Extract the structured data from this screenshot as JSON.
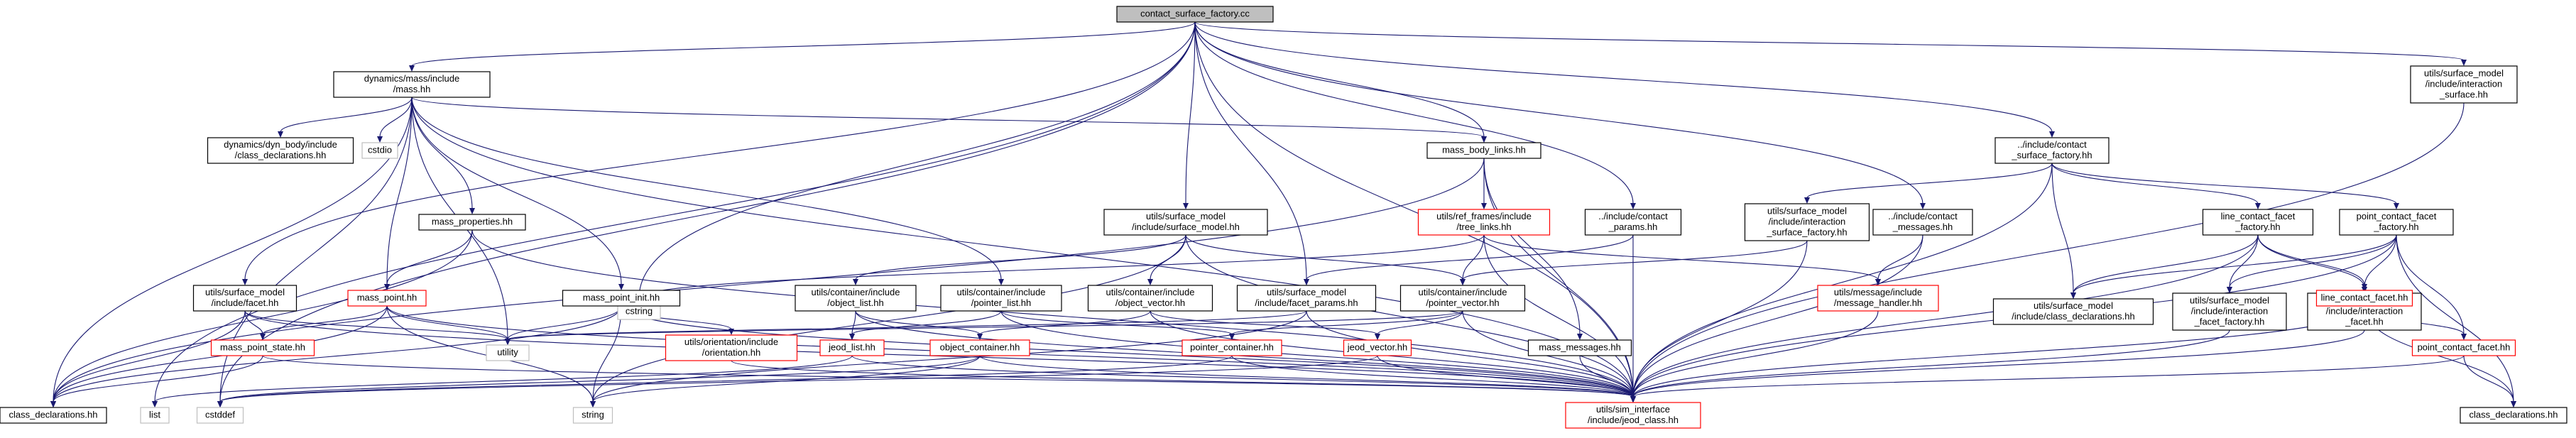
{
  "diagram": {
    "type": "include-dependency-graph",
    "colors": {
      "edge": "#191970",
      "root_fill": "#bfbfbf",
      "missing_border": "#ff0000",
      "system_border": "#bfbfbf",
      "node_border": "#000000",
      "background": "#ffffff"
    },
    "nodes": [
      {
        "id": "root",
        "lines": [
          "contact_surface_factory.cc"
        ],
        "style": "root"
      },
      {
        "id": "mass",
        "lines": [
          "dynamics/mass/include",
          "/mass.hh"
        ],
        "style": "normal"
      },
      {
        "id": "dyn_class",
        "lines": [
          "dynamics/dyn_body/include",
          "/class_declarations.hh"
        ],
        "style": "normal"
      },
      {
        "id": "cstdio",
        "lines": [
          "cstdio"
        ],
        "style": "sys"
      },
      {
        "id": "mass_body_links",
        "lines": [
          "mass_body_links.hh"
        ],
        "style": "normal"
      },
      {
        "id": "ref_frames_tree",
        "lines": [
          "utils/ref_frames/include",
          "/tree_links.hh"
        ],
        "style": "missing"
      },
      {
        "id": "contact_params",
        "lines": [
          "../include/contact",
          "_params.hh"
        ],
        "style": "normal"
      },
      {
        "id": "contact_messages",
        "lines": [
          "../include/contact",
          "_messages.hh"
        ],
        "style": "normal"
      },
      {
        "id": "inc_contact_surface_factory",
        "lines": [
          "../include/contact",
          "_surface_factory.hh"
        ],
        "style": "normal"
      },
      {
        "id": "interaction_surface",
        "lines": [
          "utils/surface_model",
          "/include/interaction",
          "_surface.hh"
        ],
        "style": "normal"
      },
      {
        "id": "mass_properties",
        "lines": [
          "mass_properties.hh"
        ],
        "style": "normal"
      },
      {
        "id": "surface_model_hh",
        "lines": [
          "utils/surface_model",
          "/include/surface_model.hh"
        ],
        "style": "normal"
      },
      {
        "id": "interaction_surface_factory",
        "lines": [
          "utils/surface_model",
          "/include/interaction",
          "_surface_factory.hh"
        ],
        "style": "normal"
      },
      {
        "id": "line_contact_facet_factory",
        "lines": [
          "line_contact_facet",
          "_factory.hh"
        ],
        "style": "normal"
      },
      {
        "id": "point_contact_facet_factory",
        "lines": [
          "point_contact_facet",
          "_factory.hh"
        ],
        "style": "normal"
      },
      {
        "id": "cstring",
        "lines": [
          "cstring"
        ],
        "style": "sys"
      },
      {
        "id": "facet_hh",
        "lines": [
          "utils/surface_model",
          "/include/facet.hh"
        ],
        "style": "normal"
      },
      {
        "id": "mass_point",
        "lines": [
          "mass_point.hh"
        ],
        "style": "missing"
      },
      {
        "id": "mass_point_init",
        "lines": [
          "mass_point_init.hh"
        ],
        "style": "normal"
      },
      {
        "id": "object_list",
        "lines": [
          "utils/container/include",
          "/object_list.hh"
        ],
        "style": "normal"
      },
      {
        "id": "pointer_list",
        "lines": [
          "utils/container/include",
          "/pointer_list.hh"
        ],
        "style": "normal"
      },
      {
        "id": "object_vector",
        "lines": [
          "utils/container/include",
          "/object_vector.hh"
        ],
        "style": "normal"
      },
      {
        "id": "facet_params",
        "lines": [
          "utils/surface_model",
          "/include/facet_params.hh"
        ],
        "style": "normal"
      },
      {
        "id": "pointer_vector",
        "lines": [
          "utils/container/include",
          "/pointer_vector.hh"
        ],
        "style": "normal"
      },
      {
        "id": "message_handler",
        "lines": [
          "utils/message/include",
          "/message_handler.hh"
        ],
        "style": "missing"
      },
      {
        "id": "sm_class_decl",
        "lines": [
          "utils/surface_model",
          "/include/class_declarations.hh"
        ],
        "style": "normal"
      },
      {
        "id": "interaction_facet_factory",
        "lines": [
          "utils/surface_model",
          "/include/interaction",
          "_facet_factory.hh"
        ],
        "style": "normal"
      },
      {
        "id": "interaction_facet",
        "lines": [
          "utils/surface_model",
          "/include/interaction",
          "_facet.hh"
        ],
        "style": "normal"
      },
      {
        "id": "line_contact_facet",
        "lines": [
          "line_contact_facet.hh"
        ],
        "style": "missing"
      },
      {
        "id": "mass_point_state",
        "lines": [
          "mass_point_state.hh"
        ],
        "style": "missing"
      },
      {
        "id": "utility",
        "lines": [
          "utility"
        ],
        "style": "sys"
      },
      {
        "id": "orientation",
        "lines": [
          "utils/orientation/include",
          "/orientation.hh"
        ],
        "style": "missing"
      },
      {
        "id": "jeod_list",
        "lines": [
          "jeod_list.hh"
        ],
        "style": "missing"
      },
      {
        "id": "object_container",
        "lines": [
          "object_container.hh"
        ],
        "style": "missing"
      },
      {
        "id": "pointer_container",
        "lines": [
          "pointer_container.hh"
        ],
        "style": "missing"
      },
      {
        "id": "jeod_vector",
        "lines": [
          "jeod_vector.hh"
        ],
        "style": "missing"
      },
      {
        "id": "mass_messages",
        "lines": [
          "mass_messages.hh"
        ],
        "style": "normal"
      },
      {
        "id": "point_contact_facet",
        "lines": [
          "point_contact_facet.hh"
        ],
        "style": "missing"
      },
      {
        "id": "class_declarations_left",
        "lines": [
          "class_declarations.hh"
        ],
        "style": "normal"
      },
      {
        "id": "list",
        "lines": [
          "list"
        ],
        "style": "sys"
      },
      {
        "id": "cstddef",
        "lines": [
          "cstddef"
        ],
        "style": "sys"
      },
      {
        "id": "string",
        "lines": [
          "string"
        ],
        "style": "sys"
      },
      {
        "id": "jeod_class",
        "lines": [
          "utils/sim_interface",
          "/include/jeod_class.hh"
        ],
        "style": "missing"
      },
      {
        "id": "class_declarations_right",
        "lines": [
          "class_declarations.hh"
        ],
        "style": "normal"
      }
    ],
    "edges": [
      [
        "root",
        "mass"
      ],
      [
        "root",
        "inc_contact_surface_factory"
      ],
      [
        "root",
        "interaction_surface"
      ],
      [
        "root",
        "contact_params"
      ],
      [
        "root",
        "contact_messages"
      ],
      [
        "root",
        "mass_body_links"
      ],
      [
        "root",
        "surface_model_hh"
      ],
      [
        "root",
        "facet_params"
      ],
      [
        "root",
        "facet_hh"
      ],
      [
        "root",
        "cstring"
      ],
      [
        "root",
        "list"
      ],
      [
        "root",
        "cstddef"
      ],
      [
        "root",
        "jeod_class"
      ],
      [
        "mass",
        "dyn_class"
      ],
      [
        "mass",
        "cstdio"
      ],
      [
        "mass",
        "mass_body_links"
      ],
      [
        "mass",
        "mass_properties"
      ],
      [
        "mass",
        "mass_point"
      ],
      [
        "mass",
        "mass_point_init"
      ],
      [
        "mass",
        "pointer_list"
      ],
      [
        "mass",
        "utility"
      ],
      [
        "mass",
        "class_declarations_left"
      ],
      [
        "mass",
        "cstddef"
      ],
      [
        "mass",
        "jeod_class"
      ],
      [
        "mass_body_links",
        "ref_frames_tree"
      ],
      [
        "mass_body_links",
        "mass_messages"
      ],
      [
        "mass_body_links",
        "class_declarations_left"
      ],
      [
        "mass_body_links",
        "jeod_class"
      ],
      [
        "ref_frames_tree",
        "pointer_vector"
      ],
      [
        "ref_frames_tree",
        "message_handler"
      ],
      [
        "ref_frames_tree",
        "cstring"
      ],
      [
        "ref_frames_tree",
        "jeod_class"
      ],
      [
        "contact_params",
        "facet_params"
      ],
      [
        "contact_params",
        "jeod_class"
      ],
      [
        "contact_messages",
        "message_handler"
      ],
      [
        "contact_messages",
        "jeod_class"
      ],
      [
        "inc_contact_surface_factory",
        "interaction_surface_factory"
      ],
      [
        "inc_contact_surface_factory",
        "line_contact_facet_factory"
      ],
      [
        "inc_contact_surface_factory",
        "point_contact_facet_factory"
      ],
      [
        "inc_contact_surface_factory",
        "sm_class_decl"
      ],
      [
        "inc_contact_surface_factory",
        "jeod_class"
      ],
      [
        "interaction_surface",
        "jeod_class"
      ],
      [
        "mass_properties",
        "mass_point"
      ],
      [
        "mass_properties",
        "class_declarations_left"
      ],
      [
        "mass_properties",
        "jeod_class"
      ],
      [
        "surface_model_hh",
        "object_list"
      ],
      [
        "surface_model_hh",
        "object_vector"
      ],
      [
        "surface_model_hh",
        "pointer_vector"
      ],
      [
        "surface_model_hh",
        "string"
      ],
      [
        "surface_model_hh",
        "jeod_class"
      ],
      [
        "interaction_surface_factory",
        "pointer_vector"
      ],
      [
        "interaction_surface_factory",
        "jeod_class"
      ],
      [
        "line_contact_facet_factory",
        "interaction_facet_factory"
      ],
      [
        "line_contact_facet_factory",
        "interaction_facet"
      ],
      [
        "line_contact_facet_factory",
        "line_contact_facet"
      ],
      [
        "line_contact_facet_factory",
        "sm_class_decl"
      ],
      [
        "line_contact_facet_factory",
        "jeod_class"
      ],
      [
        "point_contact_facet_factory",
        "interaction_facet_factory"
      ],
      [
        "point_contact_facet_factory",
        "interaction_facet"
      ],
      [
        "point_contact_facet_factory",
        "point_contact_facet"
      ],
      [
        "point_contact_facet_factory",
        "sm_class_decl"
      ],
      [
        "point_contact_facet_factory",
        "class_declarations_right"
      ],
      [
        "point_contact_facet_factory",
        "jeod_class"
      ],
      [
        "facet_hh",
        "mass_point_state"
      ],
      [
        "facet_hh",
        "utility"
      ],
      [
        "facet_hh",
        "class_declarations_left"
      ],
      [
        "facet_hh",
        "jeod_class"
      ],
      [
        "mass_point",
        "mass_point_state"
      ],
      [
        "mass_point",
        "utility"
      ],
      [
        "mass_point",
        "string"
      ],
      [
        "mass_point",
        "class_declarations_left"
      ],
      [
        "mass_point",
        "jeod_class"
      ],
      [
        "mass_point_init",
        "orientation"
      ],
      [
        "mass_point_init",
        "utility"
      ],
      [
        "mass_point_init",
        "string"
      ],
      [
        "mass_point_init",
        "class_declarations_left"
      ],
      [
        "mass_point_init",
        "jeod_class"
      ],
      [
        "object_list",
        "jeod_list"
      ],
      [
        "object_list",
        "object_container"
      ],
      [
        "object_list",
        "jeod_class"
      ],
      [
        "pointer_list",
        "jeod_list"
      ],
      [
        "pointer_list",
        "pointer_container"
      ],
      [
        "pointer_list",
        "jeod_class"
      ],
      [
        "object_vector",
        "object_container"
      ],
      [
        "object_vector",
        "jeod_vector"
      ],
      [
        "object_vector",
        "jeod_class"
      ],
      [
        "facet_params",
        "utility"
      ],
      [
        "facet_params",
        "string"
      ],
      [
        "facet_params",
        "jeod_class"
      ],
      [
        "pointer_vector",
        "pointer_container"
      ],
      [
        "pointer_vector",
        "jeod_vector"
      ],
      [
        "pointer_vector",
        "utility"
      ],
      [
        "pointer_vector",
        "jeod_class"
      ],
      [
        "message_handler",
        "jeod_class"
      ],
      [
        "interaction_facet_factory",
        "jeod_class"
      ],
      [
        "interaction_facet",
        "jeod_class"
      ],
      [
        "line_contact_facet",
        "point_contact_facet"
      ],
      [
        "line_contact_facet",
        "class_declarations_right"
      ],
      [
        "line_contact_facet",
        "jeod_class"
      ],
      [
        "point_contact_facet",
        "class_declarations_right"
      ],
      [
        "point_contact_facet",
        "jeod_class"
      ],
      [
        "mass_point_state",
        "class_declarations_left"
      ],
      [
        "mass_point_state",
        "jeod_class"
      ],
      [
        "orientation",
        "jeod_class"
      ],
      [
        "jeod_list",
        "list"
      ],
      [
        "jeod_list",
        "jeod_class"
      ],
      [
        "object_container",
        "cstddef"
      ],
      [
        "object_container",
        "string"
      ],
      [
        "object_container",
        "jeod_class"
      ],
      [
        "pointer_container",
        "cstddef"
      ],
      [
        "pointer_container",
        "jeod_class"
      ],
      [
        "jeod_vector",
        "cstddef"
      ],
      [
        "jeod_vector",
        "jeod_class"
      ],
      [
        "mass_messages",
        "jeod_class"
      ]
    ]
  }
}
